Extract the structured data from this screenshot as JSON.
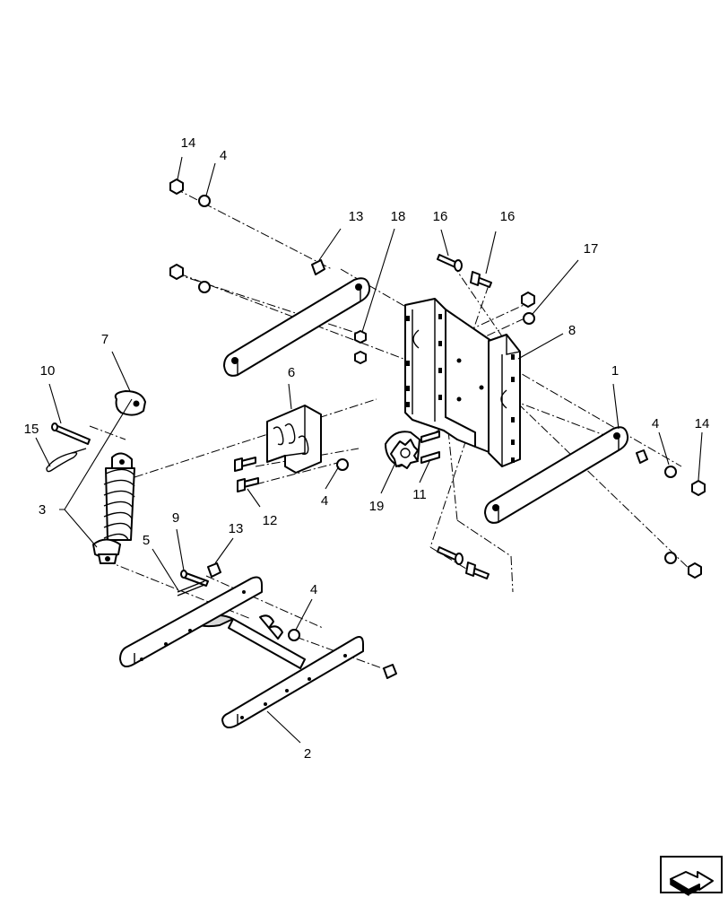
{
  "callouts": [
    {
      "id": "c14a",
      "label": "14"
    },
    {
      "id": "c4a",
      "label": "4"
    },
    {
      "id": "c13a",
      "label": "13"
    },
    {
      "id": "c18",
      "label": "18"
    },
    {
      "id": "c16a",
      "label": "16"
    },
    {
      "id": "c16b",
      "label": "16"
    },
    {
      "id": "c17",
      "label": "17"
    },
    {
      "id": "c8",
      "label": "8"
    },
    {
      "id": "c7",
      "label": "7"
    },
    {
      "id": "c10",
      "label": "10"
    },
    {
      "id": "c6",
      "label": "6"
    },
    {
      "id": "c1",
      "label": "1"
    },
    {
      "id": "c15",
      "label": "15"
    },
    {
      "id": "c4b",
      "label": "4"
    },
    {
      "id": "c14b",
      "label": "14"
    },
    {
      "id": "c3",
      "label": "3"
    },
    {
      "id": "c12",
      "label": "12"
    },
    {
      "id": "c4c",
      "label": "4"
    },
    {
      "id": "c19",
      "label": "19"
    },
    {
      "id": "c11",
      "label": "11"
    },
    {
      "id": "c9",
      "label": "9"
    },
    {
      "id": "c13b",
      "label": "13"
    },
    {
      "id": "c5",
      "label": "5"
    },
    {
      "id": "c4d",
      "label": "4"
    },
    {
      "id": "c2",
      "label": "2"
    }
  ],
  "nav": {
    "icon": "next-arrow-icon"
  }
}
